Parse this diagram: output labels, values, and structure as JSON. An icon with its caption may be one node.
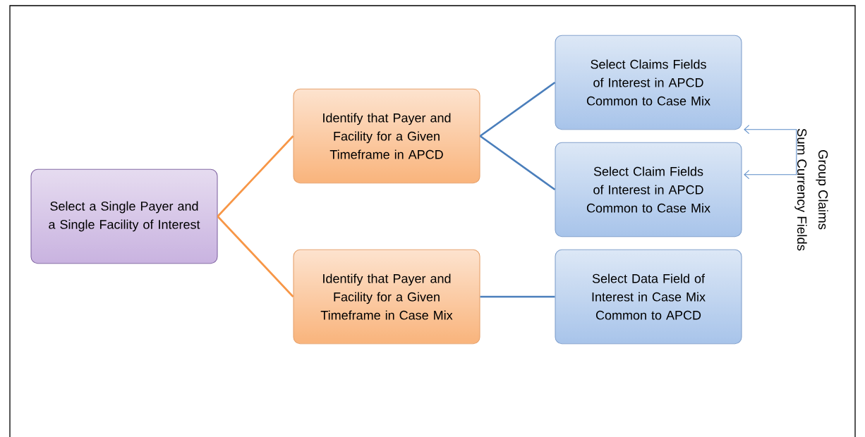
{
  "diagram": {
    "nodes": [
      {
        "text": [
          "Select a Single Payer and a Single Facility of Interest"
        ]
      },
      {
        "text": [
          "Identify that Payer and Facility for a Given Timeframe in APCD"
        ]
      },
      {
        "text": [
          "Identify that Payer and Facility for a Given Timeframe in Case Mix"
        ]
      },
      {
        "text": [
          "Select Claims Fields of Interest in APCD Common to Case Mix"
        ]
      },
      {
        "text": [
          "Select Claim Fields of Interest in APCD Common to Case Mix"
        ]
      },
      {
        "text": [
          "Select Data Field of Interest in Case Mix Common to APCD"
        ]
      }
    ],
    "edges": [
      {
        "from": 0,
        "to": 1,
        "arrow": "none",
        "color": "#f79646"
      },
      {
        "from": 0,
        "to": 2,
        "arrow": "none",
        "color": "#f79646"
      },
      {
        "from": 1,
        "to": 3,
        "arrow": "none"
      },
      {
        "from": 1,
        "to": 4,
        "arrow": "none"
      },
      {
        "from": 2,
        "to": 5,
        "arrow": "none"
      },
      {
        "from": 3,
        "to": 4,
        "arrow": "both",
        "color": "#5b8cc8"
      }
    ],
    "labels": [
      "Group Claims",
      "Sum Currency Fields"
    ]
  }
}
